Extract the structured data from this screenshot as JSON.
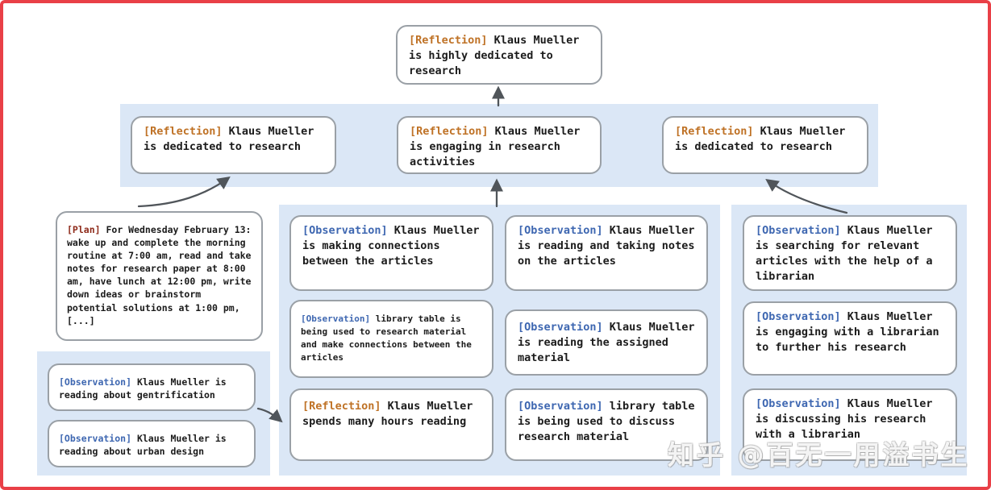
{
  "colors": {
    "frame": "#e94047",
    "band": "#dbe7f6",
    "box_border": "#9aa0a6",
    "tag_reflection": "#bf7226",
    "tag_plan": "#8e2a1a",
    "tag_observation": "#3e67b1",
    "text": "#1b1b1b",
    "arrow": "#50555a"
  },
  "meta": {
    "watermark": "知乎 @百无一用溢书生"
  },
  "nodes": {
    "root": {
      "tag": "[Reflection]",
      "text": "Klaus Mueller is highly dedicated to research"
    },
    "level2": [
      {
        "tag": "[Reflection]",
        "text": "Klaus Mueller is dedicated to research"
      },
      {
        "tag": "[Reflection]",
        "text": "Klaus Mueller is engaging in research activities"
      },
      {
        "tag": "[Reflection]",
        "text": "Klaus Mueller is dedicated to research"
      }
    ],
    "plan": {
      "tag": "[Plan]",
      "text": "For Wednesday February 13: wake up and complete the morning routine at 7:00 am, read and take notes for research paper at 8:00 am, have lunch at 12:00 pm, write down ideas or brainstorm potential solutions at 1:00 pm, [...]"
    },
    "left_observations": [
      {
        "tag": "[Observation]",
        "text": "Klaus Mueller is reading about gentrification"
      },
      {
        "tag": "[Observation]",
        "text": "Klaus Mueller is reading about urban design"
      }
    ],
    "middle_col1": [
      {
        "tag": "[Observation]",
        "text": "Klaus Mueller is making connections between the articles"
      },
      {
        "tag": "[Observation]",
        "text": "library table is being used to research material and make connections between the articles"
      },
      {
        "tag": "[Reflection]",
        "text": "Klaus Mueller spends many hours reading"
      }
    ],
    "middle_col2": [
      {
        "tag": "[Observation]",
        "text": "Klaus Mueller is reading and taking notes on the articles"
      },
      {
        "tag": "[Observation]",
        "text": "Klaus Mueller is reading the assigned material"
      },
      {
        "tag": "[Observation]",
        "text": "library table is being used to discuss research material"
      }
    ],
    "right_col": [
      {
        "tag": "[Observation]",
        "text": "Klaus Mueller is searching for relevant articles with the help of a librarian"
      },
      {
        "tag": "[Observation]",
        "text": "Klaus Mueller is engaging with a librarian to further his research"
      },
      {
        "tag": "[Observation]",
        "text": "Klaus Mueller is discussing his research with a librarian"
      }
    ]
  }
}
